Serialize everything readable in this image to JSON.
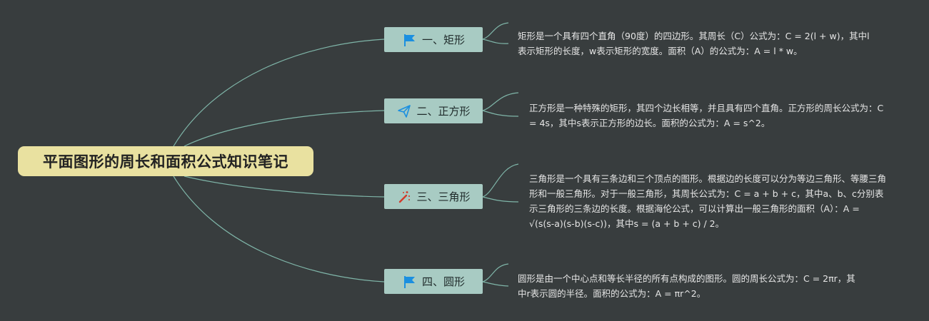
{
  "root": {
    "title": "平面图形的周长和面积公式知识笔记"
  },
  "branches": [
    {
      "label": "一、矩形",
      "icon": "flag-icon",
      "note": "矩形是一个具有四个直角（90度）的四边形。其周长（C）公式为：C = 2(l + w)，其中l表示矩形的长度，w表示矩形的宽度。面积（A）的公式为：A = l * w。"
    },
    {
      "label": "二、正方形",
      "icon": "paper-plane-icon",
      "note": "正方形是一种特殊的矩形，其四个边长相等，并且具有四个直角。正方形的周长公式为：C = 4s，其中s表示正方形的边长。面积的公式为：A = s^2。"
    },
    {
      "label": "三、三角形",
      "icon": "magic-wand-icon",
      "note": "三角形是一个具有三条边和三个顶点的图形。根据边的长度可以分为等边三角形、等腰三角形和一般三角形。对于一般三角形，其周长公式为：C = a + b + c，其中a、b、c分别表示三角形的三条边的长度。根据海伦公式，可以计算出一般三角形的面积（A）：A = √(s(s-a)(s-b)(s-c))，其中s = (a + b + c) / 2。"
    },
    {
      "label": "四、圆形",
      "icon": "flag-icon",
      "note": "圆形是由一个中心点和等长半径的所有点构成的图形。圆的周长公式为：C = 2πr，其中r表示圆的半径。面积的公式为：A = πr^2。"
    }
  ],
  "colors": {
    "background": "#383d3e",
    "root_fill": "#e9e1a0",
    "branch_fill": "#a8cbc3",
    "connector": "#7fb5a8",
    "note_text": "#e6e6e6",
    "flag_blue": "#1b8fe0",
    "wand_red": "#d23a2a"
  }
}
